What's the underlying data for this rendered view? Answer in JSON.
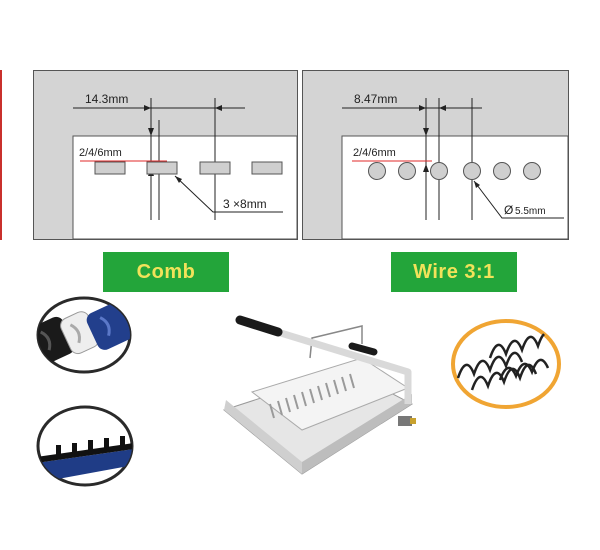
{
  "comb_panel": {
    "pitch": "14.3mm",
    "depth_options": "2/4/6mm",
    "hole_size": "3 ×8mm"
  },
  "wire_panel": {
    "pitch": "8.47mm",
    "depth_options": "2/4/6mm",
    "hole_diameter": "5.5mm",
    "diameter_symbol": "Ø"
  },
  "labels": {
    "comb": "Comb",
    "wire": "Wire 3:1"
  },
  "colors": {
    "label_bg": "#23a53a",
    "label_text": "#f1e25a",
    "panel_bg": "#d4d4d4",
    "depth_line": "#e02a2a"
  }
}
